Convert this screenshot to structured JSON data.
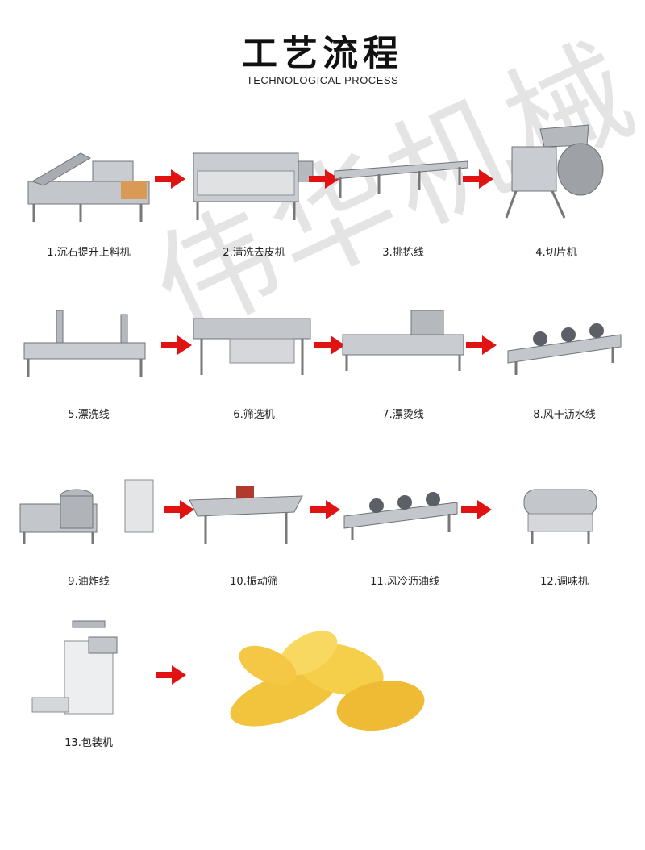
{
  "header": {
    "title": "工艺流程",
    "subtitle": "TECHNOLOGICAL PROCESS"
  },
  "watermark": "伟华机械",
  "steps": [
    {
      "label": "1.沉石提升上料机",
      "icon": "elevator-washer-machine"
    },
    {
      "label": "2.清洗去皮机",
      "icon": "washing-peeling-machine"
    },
    {
      "label": "3.挑拣线",
      "icon": "picking-conveyor"
    },
    {
      "label": "4.切片机",
      "icon": "slicer-machine"
    },
    {
      "label": "5.漂洗线",
      "icon": "rinsing-line"
    },
    {
      "label": "6.筛选机",
      "icon": "screening-machine"
    },
    {
      "label": "7.漂烫线",
      "icon": "blanching-line"
    },
    {
      "label": "8.风干沥水线",
      "icon": "air-dry-line"
    },
    {
      "label": "9.油炸线",
      "icon": "frying-line"
    },
    {
      "label": "10.振动筛",
      "icon": "vibrating-screen"
    },
    {
      "label": "11.风冷沥油线",
      "icon": "air-cooling-line"
    },
    {
      "label": "12.调味机",
      "icon": "seasoning-drum"
    },
    {
      "label": "13.包装机",
      "icon": "packaging-machine"
    }
  ],
  "product": {
    "icon": "potato-chips-image"
  },
  "colors": {
    "arrow": "#e01212",
    "steel": "#b9bcc0",
    "steel_dark": "#7d8187",
    "chip": "#f2c33d"
  }
}
